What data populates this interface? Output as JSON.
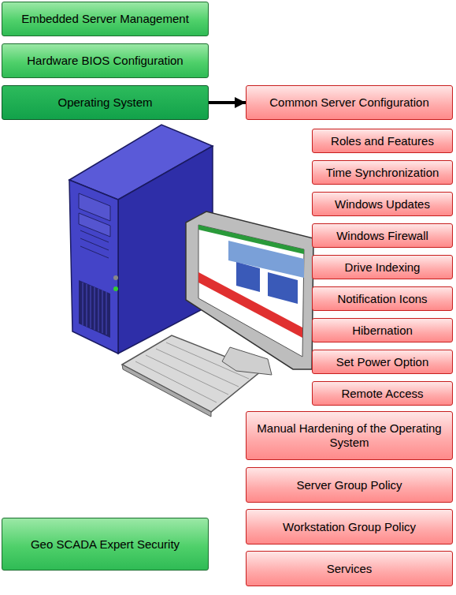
{
  "diagram": {
    "nodes": [
      {
        "text": [
          "Embedded Server Management"
        ]
      },
      {
        "text": [
          "Hardware BIOS Configuration"
        ]
      },
      {
        "text": [
          "Operating System"
        ]
      },
      {
        "text": [
          "Common Server Configuration"
        ]
      },
      {
        "text": [
          "Roles and Features"
        ]
      },
      {
        "text": [
          "Time Synchronization"
        ]
      },
      {
        "text": [
          "Windows Updates"
        ]
      },
      {
        "text": [
          "Windows Firewall"
        ]
      },
      {
        "text": [
          "Drive Indexing"
        ]
      },
      {
        "text": [
          "Notification Icons"
        ]
      },
      {
        "text": [
          "Hibernation"
        ]
      },
      {
        "text": [
          "Set Power Option"
        ]
      },
      {
        "text": [
          "Remote Access"
        ]
      },
      {
        "text": [
          "Manual Hardening of the Operating System"
        ]
      },
      {
        "text": [
          "Server Group Policy"
        ]
      },
      {
        "text": [
          "Workstation Group Policy"
        ]
      },
      {
        "text": [
          "Services"
        ]
      },
      {
        "text": [
          "Geo SCADA Expert Security"
        ]
      }
    ],
    "edges": [
      {
        "from": 2,
        "to": 3,
        "arrow": "to"
      }
    ]
  }
}
